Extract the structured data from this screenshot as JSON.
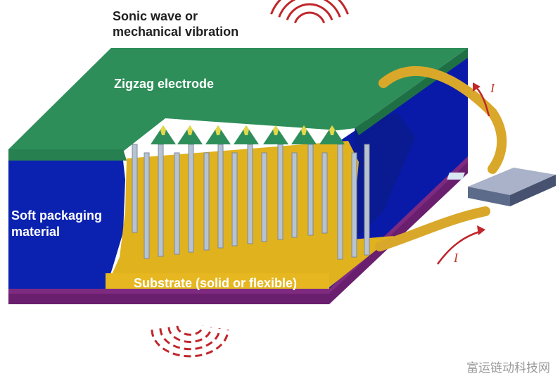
{
  "labels": {
    "sonic_line1": "Sonic wave or",
    "sonic_line2": "mechanical vibration",
    "electrode": "Zigzag electrode",
    "packaging_line1": "Soft packaging",
    "packaging_line2": "material",
    "substrate": "Substrate (solid or flexible)",
    "current_top": "I",
    "current_bottom": "I"
  },
  "watermark": "富运链动科技网",
  "colors": {
    "electrode_top": "#2e8b57",
    "electrode_side": "#1f6f45",
    "packaging": "#0a1fa0",
    "packaging_dark": "#07147a",
    "substrate_yellow": "#e1b21c",
    "base_purple": "#6a1f6e",
    "nanowire": "#b8c3d1",
    "wave_red": "#c0262a",
    "wire_gold": "#e3b43c",
    "device_gray": "#5d6b8a"
  }
}
